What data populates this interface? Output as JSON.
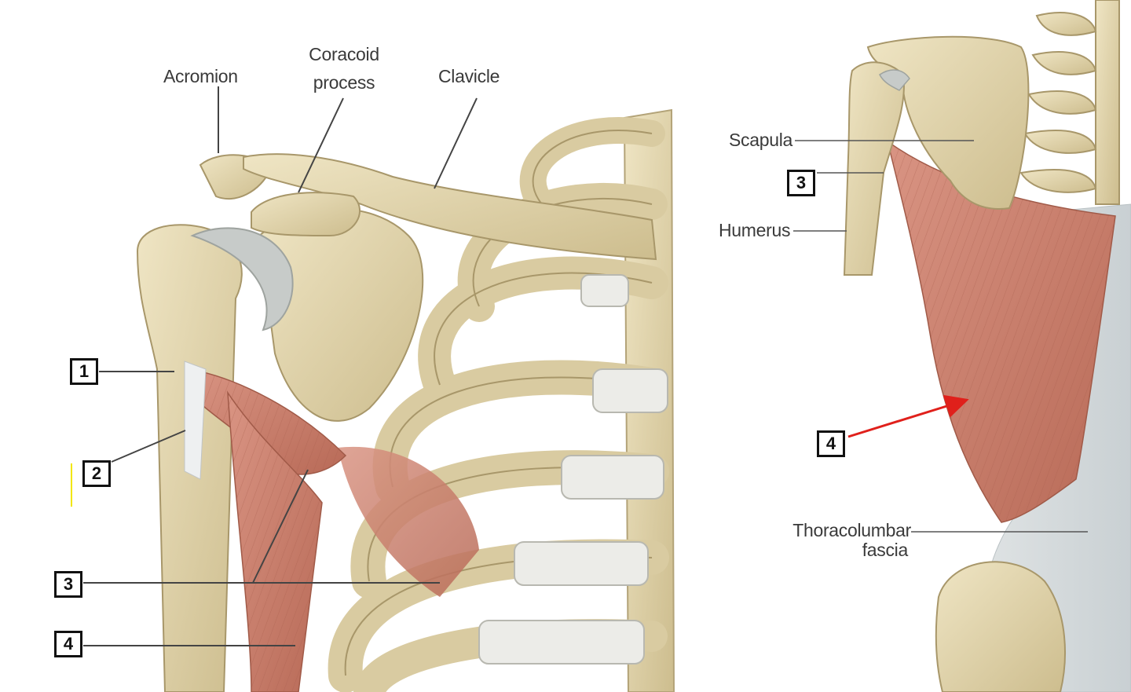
{
  "left_panel": {
    "labels": {
      "acromion": "Acromion",
      "coracoid_line1": "Coracoid",
      "coracoid_line2": "process",
      "clavicle": "Clavicle"
    },
    "markers": [
      "1",
      "2",
      "3",
      "4"
    ]
  },
  "right_panel": {
    "labels": {
      "scapula": "Scapula",
      "humerus": "Humerus",
      "thoracolumbar_line1": "Thoracolumbar",
      "thoracolumbar_line2": "fascia"
    },
    "markers": [
      "3",
      "4"
    ]
  },
  "colors": {
    "bone": "#e8dcb5",
    "bone_shadow": "#c9b98a",
    "muscle": "#c97f6c",
    "fascia": "#d7dde0",
    "cartilage": "#c8ccc8",
    "arrow": "#e0201b"
  }
}
